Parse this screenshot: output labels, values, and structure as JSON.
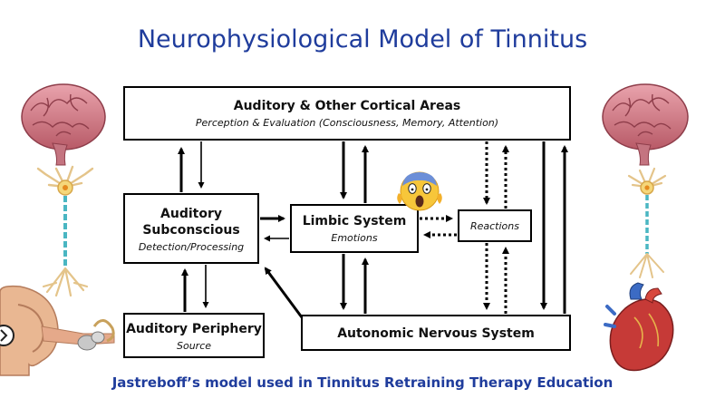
{
  "title": "Neurophysiological Model of Tinnitus",
  "caption": "Jastreboff’s model used in Tinnitus Retraining Therapy Education",
  "boxes": {
    "cortical": {
      "title": "Auditory & Other Cortical Areas",
      "subtitle": "Perception & Evaluation (Consciousness, Memory, Attention)"
    },
    "subconscious": {
      "title_line1": "Auditory",
      "title_line2": "Subconscious",
      "subtitle": "Detection/Processing"
    },
    "limbic": {
      "title": "Limbic System",
      "subtitle": "Emotions"
    },
    "reactions": {
      "subtitle": "Reactions"
    },
    "periphery": {
      "title": "Auditory Periphery",
      "subtitle": "Source"
    },
    "autonomic": {
      "title": "Autonomic Nervous System"
    }
  },
  "icons": [
    "brain-icon",
    "neuron-icon",
    "ear-icon",
    "heart-icon",
    "scream-emoji-icon"
  ],
  "colors": {
    "title": "#1f3c9c",
    "caption": "#1f3c9c"
  }
}
